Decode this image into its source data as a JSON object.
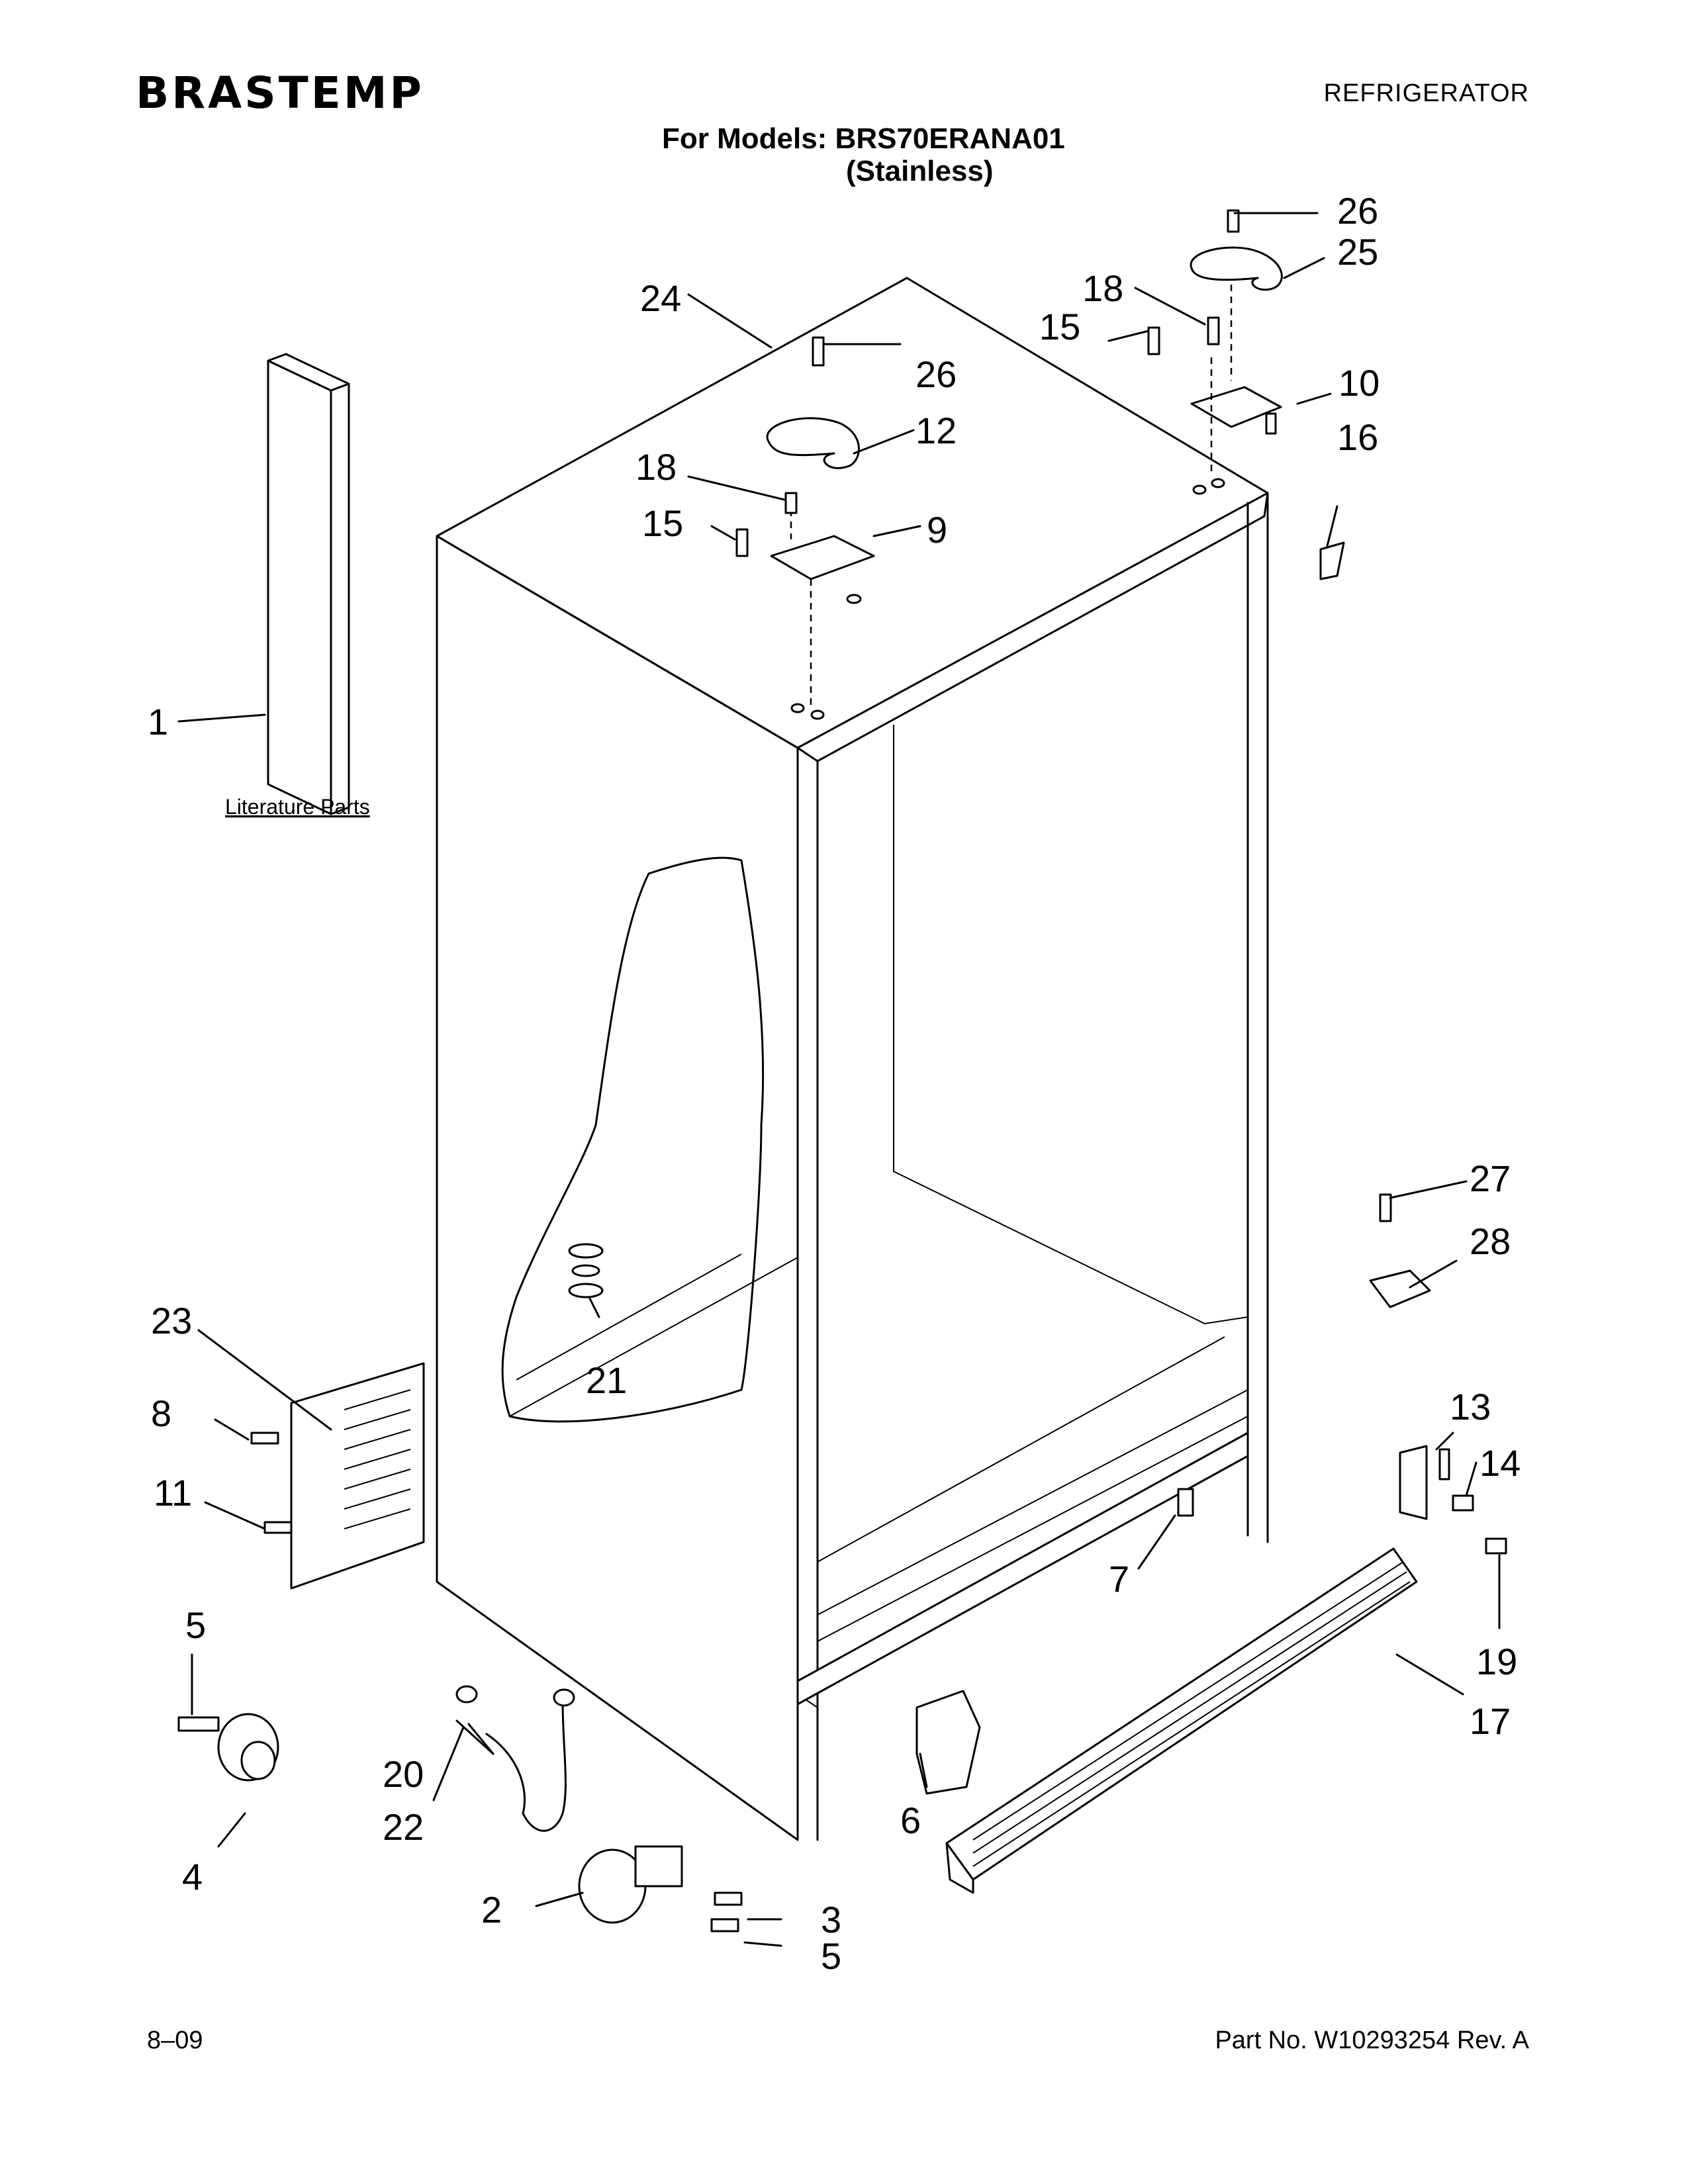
{
  "header": {
    "brand": "BRASTEMP",
    "category": "REFRIGERATOR",
    "models_line": "For Models: BRS70ERANA01",
    "variant": "(Stainless)"
  },
  "literature_label": "Literature Parts",
  "callouts": [
    "1",
    "2",
    "3",
    "4",
    "5",
    "5",
    "6",
    "7",
    "8",
    "9",
    "10",
    "11",
    "12",
    "13",
    "14",
    "15",
    "15",
    "16",
    "17",
    "18",
    "18",
    "19",
    "20",
    "21",
    "22",
    "23",
    "24",
    "25",
    "26",
    "26",
    "27",
    "28"
  ],
  "footer": {
    "date": "8–09",
    "part_no": "Part No. W10293254 Rev. A"
  }
}
